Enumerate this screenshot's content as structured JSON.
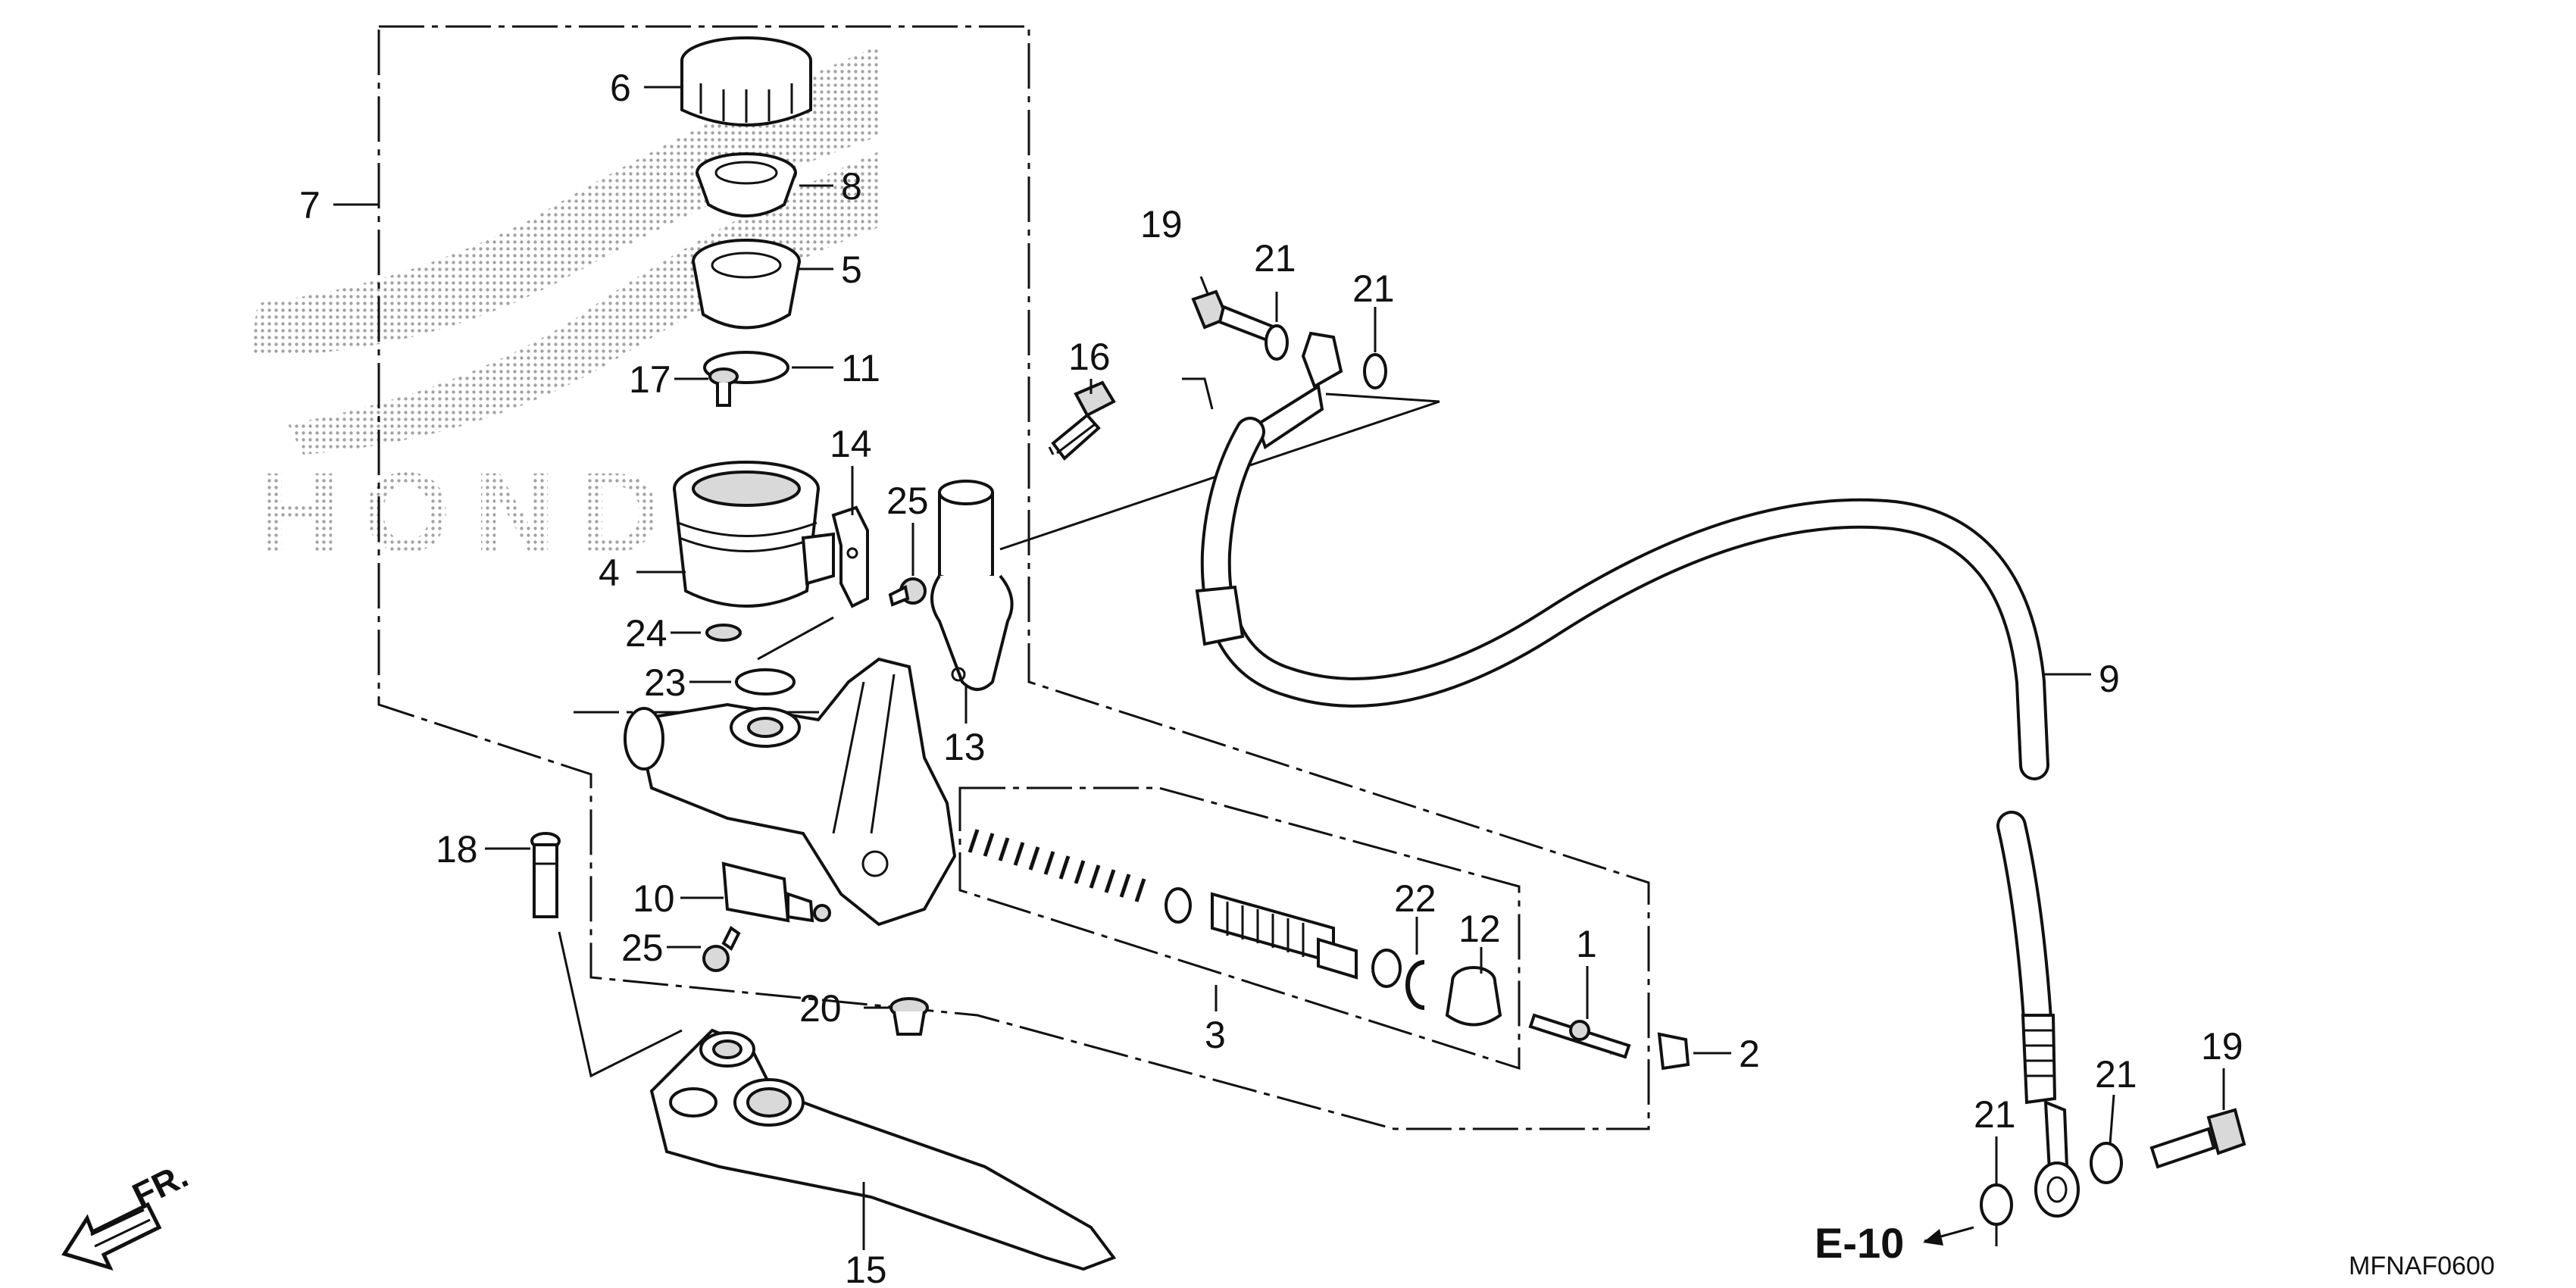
{
  "diagram": {
    "watermark_text": "HONDA",
    "reference_label": "E-10",
    "direction_label": "FR.",
    "diagram_code": "MFNAF0600",
    "callouts": {
      "c1": "1",
      "c2": "2",
      "c3": "3",
      "c4": "4",
      "c5": "5",
      "c6": "6",
      "c7": "7",
      "c8": "8",
      "c9": "9",
      "c10": "10",
      "c11": "11",
      "c12": "12",
      "c13": "13",
      "c14": "14",
      "c15": "15",
      "c16": "16",
      "c17": "17",
      "c18": "18",
      "c19a": "19",
      "c19b": "19",
      "c20": "20",
      "c21a": "21",
      "c21b": "21",
      "c21c": "21",
      "c22": "22",
      "c23": "23",
      "c24": "24",
      "c25a": "25",
      "c25b": "25"
    }
  }
}
